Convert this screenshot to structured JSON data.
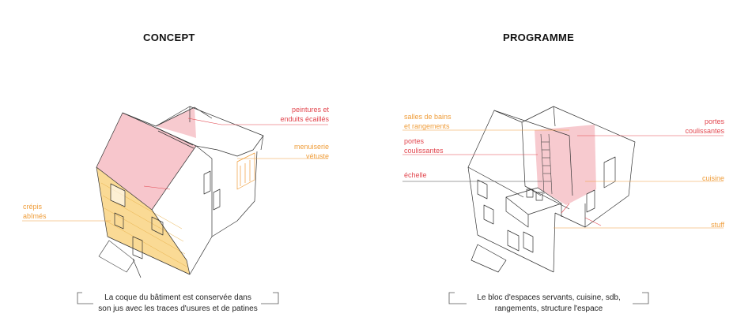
{
  "concept": {
    "title": "CONCEPT",
    "labels": {
      "peintures_1": "peintures et",
      "peintures_2": "enduits écaillés",
      "menuiserie_1": "menuiserie",
      "menuiserie_2": "vétuste",
      "crepis_1": "crépis",
      "crepis_2": "abîmés"
    },
    "caption_1": "La coque du bâtiment est conservée dans",
    "caption_2": "son jus avec les traces d'usures et de patines"
  },
  "programme": {
    "title": "PROGRAMME",
    "labels": {
      "salles_1": "salles de bains",
      "salles_2": "et rangements",
      "portes_left_1": "portes",
      "portes_left_2": "coulissantes",
      "echelle": "échelle",
      "portes_right_1": "portes",
      "portes_right_2": "coulissantes",
      "cuisine": "cuisine",
      "stuff": "stuff"
    },
    "caption_1": "Le bloc d'espaces servants, cuisine, sdb,",
    "caption_2": "rangements, structure l'espace"
  },
  "colors": {
    "red_accent": "#e2474f",
    "orange_accent": "#ef9d3a",
    "pink_fill": "#f4b3bb",
    "yellow_fill": "#f9d483",
    "line": "#333333"
  }
}
